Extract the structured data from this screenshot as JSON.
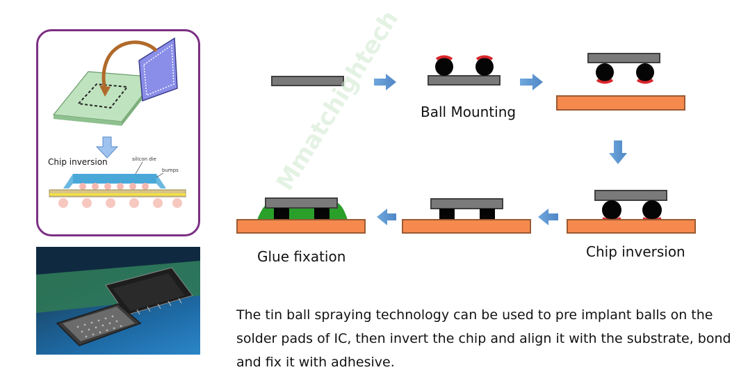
{
  "steps": {
    "ball_mounting": "Ball Mounting",
    "chip_inversion": "Chip inversion",
    "glue_fixation": "Glue fixation"
  },
  "inset": {
    "chip_inversion_label": "Chip inversion",
    "silicon_die_label": "silicon die",
    "bumps_label": "bumps"
  },
  "description": {
    "lines": [
      "The tin ball spraying technology can be used to pre implant balls on the",
      "solder pads of IC, then invert the chip and align it with the substrate, bond",
      "and fix it with adhesive."
    ]
  },
  "watermark": "Mmatchightech",
  "colors": {
    "chip_gray": "#7a7a7a",
    "substrate_orange": "#f68a4e",
    "ball_black": "#050505",
    "flux_red": "#d8262a",
    "glue_green": "#2aa02a",
    "arrow_blue": "#5b9bd5",
    "frame_purple": "#7b2f83"
  }
}
